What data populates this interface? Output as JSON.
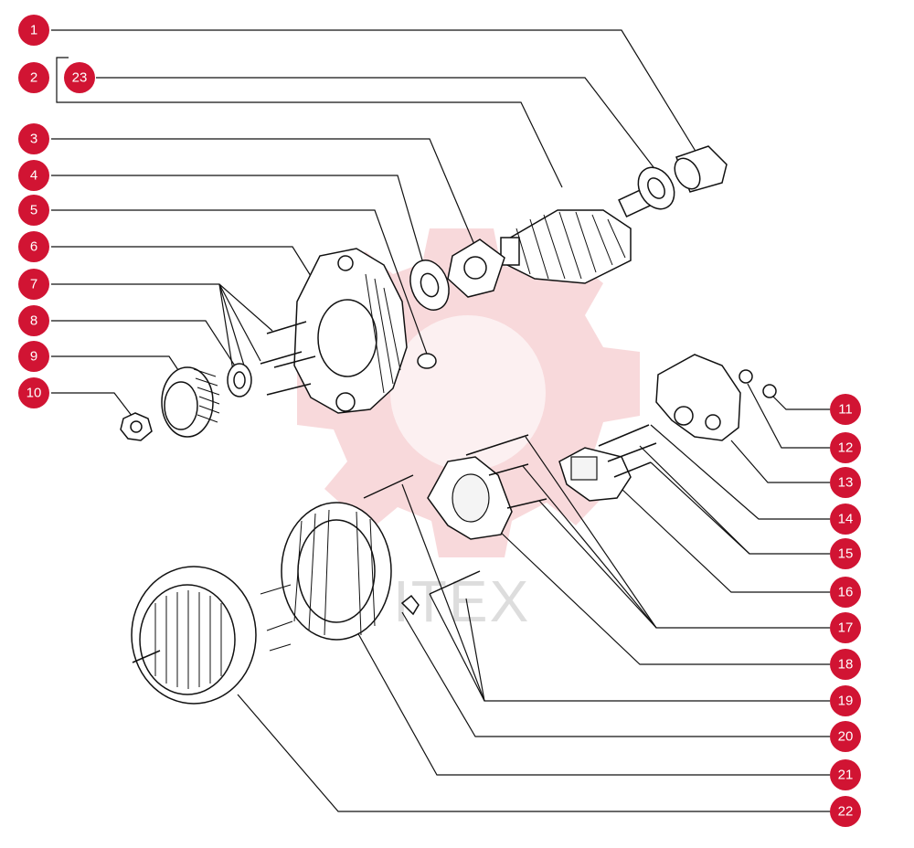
{
  "callouts": [
    {
      "id": "1",
      "label": "1"
    },
    {
      "id": "2",
      "label": "2"
    },
    {
      "id": "23",
      "label": "23"
    },
    {
      "id": "3",
      "label": "3"
    },
    {
      "id": "4",
      "label": "4"
    },
    {
      "id": "5",
      "label": "5"
    },
    {
      "id": "6",
      "label": "6"
    },
    {
      "id": "7",
      "label": "7"
    },
    {
      "id": "8",
      "label": "8"
    },
    {
      "id": "9",
      "label": "9"
    },
    {
      "id": "10",
      "label": "10"
    },
    {
      "id": "11",
      "label": "11"
    },
    {
      "id": "12",
      "label": "12"
    },
    {
      "id": "13",
      "label": "13"
    },
    {
      "id": "14",
      "label": "14"
    },
    {
      "id": "15",
      "label": "15"
    },
    {
      "id": "16",
      "label": "16"
    },
    {
      "id": "17",
      "label": "17"
    },
    {
      "id": "18",
      "label": "18"
    },
    {
      "id": "19",
      "label": "19"
    },
    {
      "id": "20",
      "label": "20"
    },
    {
      "id": "21",
      "label": "21"
    },
    {
      "id": "22",
      "label": "22"
    }
  ],
  "watermark": {
    "text": "ITEX"
  },
  "colors": {
    "callout": "#d11433",
    "line": "#111111",
    "watermark_gear": "#f2b9bd"
  }
}
